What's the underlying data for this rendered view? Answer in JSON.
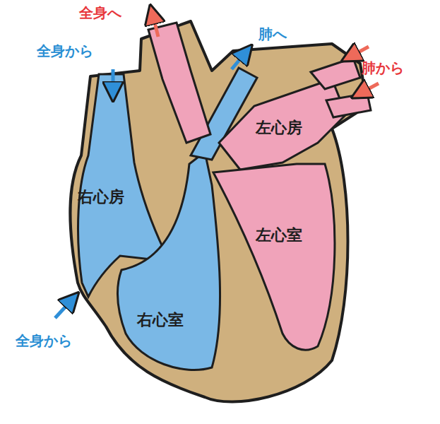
{
  "diagram": {
    "labels": [
      "全身へ",
      "全身から",
      "肺へ",
      "肺から",
      "左心房",
      "右心房",
      "左心室",
      "右心室",
      "全身から"
    ]
  }
}
